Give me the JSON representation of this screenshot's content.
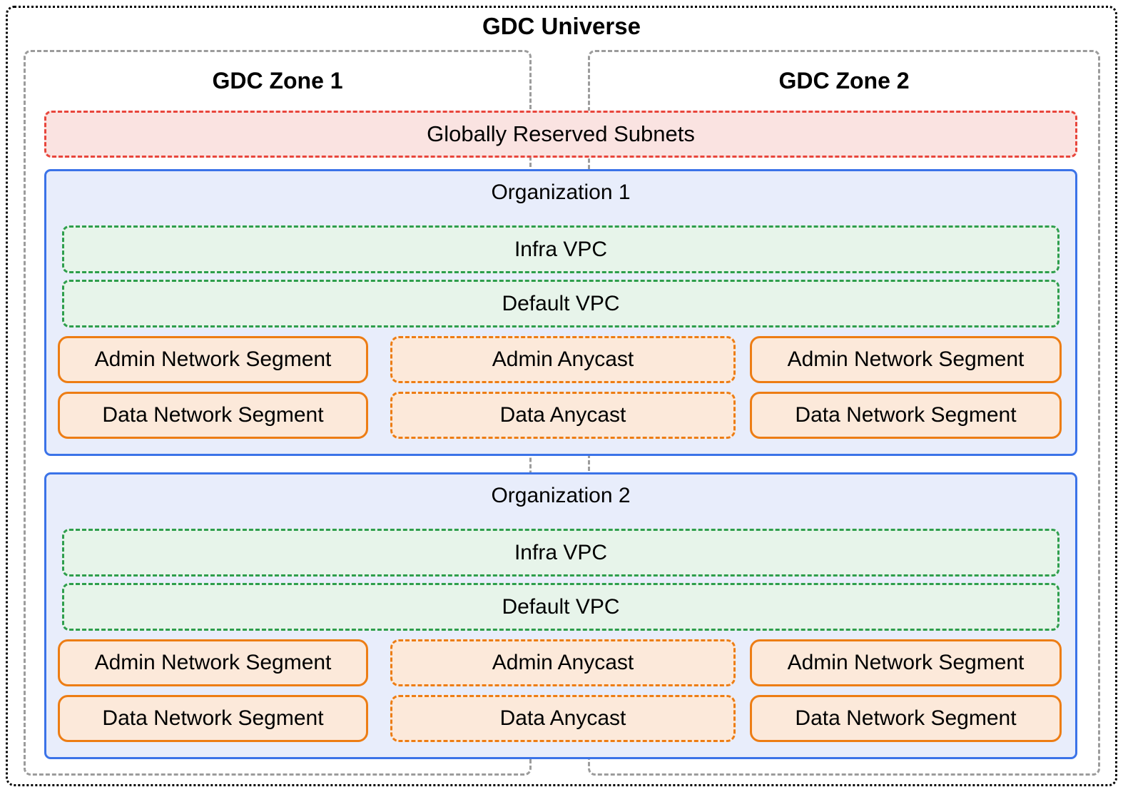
{
  "universe": {
    "title": "GDC Universe"
  },
  "zones": [
    {
      "title": "GDC Zone 1"
    },
    {
      "title": "GDC Zone 2"
    }
  ],
  "reserved_subnets": {
    "label": "Globally Reserved Subnets"
  },
  "organizations": [
    {
      "title": "Organization 1",
      "infra_vpc": "Infra VPC",
      "default_vpc": "Default VPC",
      "zone1_admin_segment": "Admin Network Segment",
      "zone1_data_segment": "Data Network Segment",
      "admin_anycast": "Admin Anycast",
      "data_anycast": "Data Anycast",
      "zone2_admin_segment": "Admin Network Segment",
      "zone2_data_segment": "Data Network Segment"
    },
    {
      "title": "Organization 2",
      "infra_vpc": "Infra VPC",
      "default_vpc": "Default VPC",
      "zone1_admin_segment": "Admin Network Segment",
      "zone1_data_segment": "Data Network Segment",
      "admin_anycast": "Admin Anycast",
      "data_anycast": "Data Anycast",
      "zone2_admin_segment": "Admin Network Segment",
      "zone2_data_segment": "Data Network Segment"
    }
  ],
  "colors": {
    "universe_border": "#000000",
    "zone_border": "#9c9c9c",
    "reserved_border": "#e8463c",
    "reserved_fill": "#fae3e1",
    "org_border": "#3b73e8",
    "org_fill": "#e8edfb",
    "vpc_border": "#2e9e4c",
    "vpc_fill": "#e7f4ea",
    "segment_border": "#ed7d14",
    "segment_fill": "#fce9da"
  }
}
